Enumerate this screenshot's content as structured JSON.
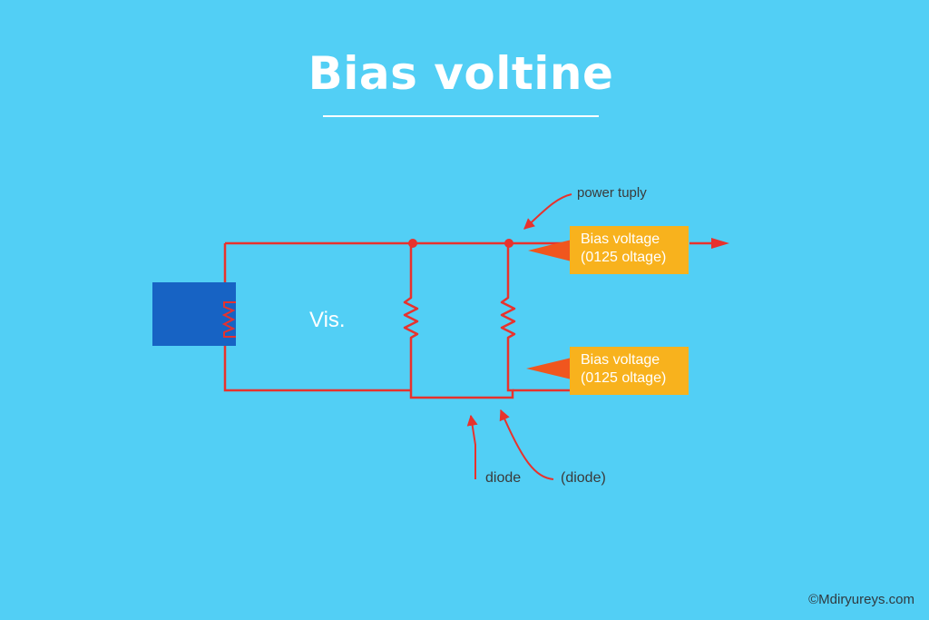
{
  "title": "Bias voltine",
  "colors": {
    "background": "#52cff5",
    "wire": "#e8322d",
    "source_block": "#1763c4",
    "label_box": "#f8b21d",
    "arrow_head": "#f0561e",
    "title_text": "#ffffff"
  },
  "diagram": {
    "source_label": "Vis.",
    "top_annotation": "power tuply",
    "labels": [
      {
        "line1": "Bias voltage",
        "line2": "(0125 oltage)"
      },
      {
        "line1": "Bias voltage",
        "line2": "(0125 oltage)"
      }
    ],
    "bottom_annotations": [
      "diode",
      "(diode)"
    ],
    "icons": [
      "voltage-source-block",
      "resistor-icon",
      "arrow-icon"
    ]
  },
  "watermark": "©Mdiryureys.com"
}
